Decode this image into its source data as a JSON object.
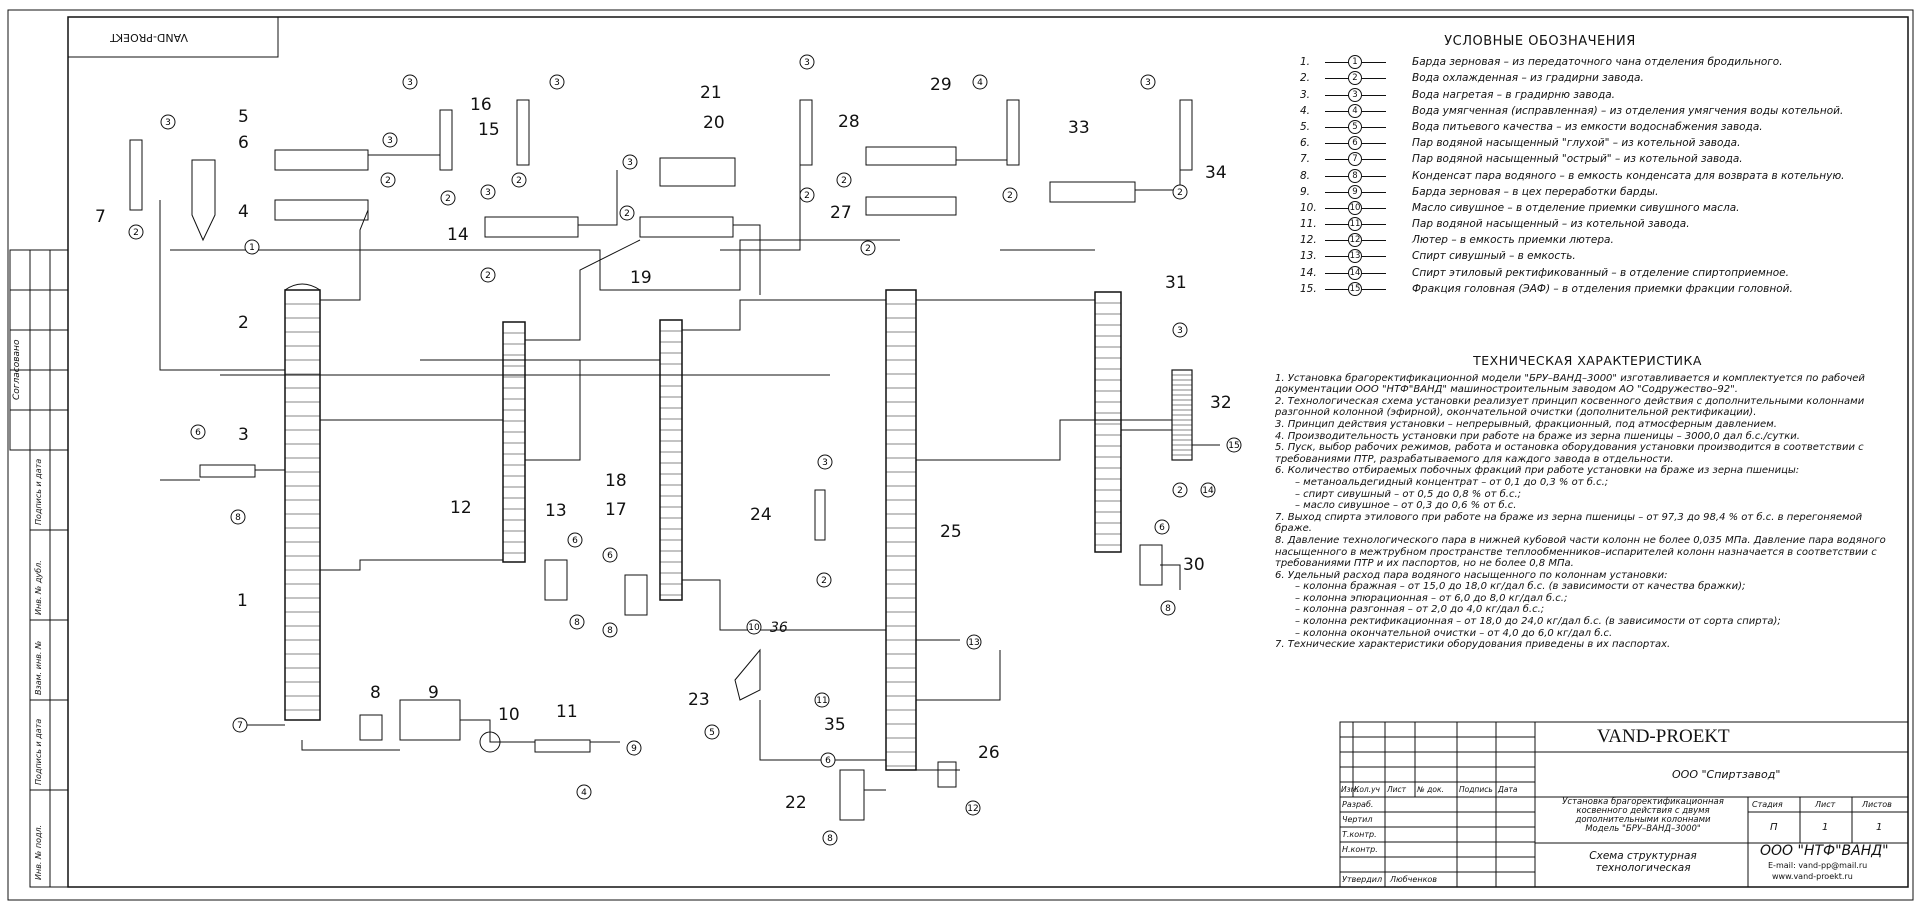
{
  "stamp_top": "VAND-PROEKT",
  "legend": {
    "title": "УСЛОВНЫЕ ОБОЗНАЧЕНИЯ",
    "items": [
      {
        "n": "1.",
        "c": "1",
        "text": "Барда зерновая – из передаточного чана отделения бродильного."
      },
      {
        "n": "2.",
        "c": "2",
        "text": "Вода охлажденная – из градирни завода."
      },
      {
        "n": "3.",
        "c": "3",
        "text": "Вода нагретая – в градирню завода."
      },
      {
        "n": "4.",
        "c": "4",
        "text": "Вода умягченная (исправленная) – из отделения умягчения воды котельной."
      },
      {
        "n": "5.",
        "c": "5",
        "text": "Вода питьевого качества – из емкости водоснабжения завода."
      },
      {
        "n": "6.",
        "c": "6",
        "text": "Пар водяной насыщенный \"глухой\" – из котельной завода."
      },
      {
        "n": "7.",
        "c": "7",
        "text": "Пар водяной насыщенный \"острый\" – из котельной завода."
      },
      {
        "n": "8.",
        "c": "8",
        "text": "Конденсат пара водяного – в емкость конденсата для возврата в котельную."
      },
      {
        "n": "9.",
        "c": "9",
        "text": "Барда зерновая – в цех переработки барды."
      },
      {
        "n": "10.",
        "c": "10",
        "text": "Масло сивушное – в отделение приемки сивушного масла."
      },
      {
        "n": "11.",
        "c": "11",
        "text": "Пар водяной насыщенный – из котельной завода."
      },
      {
        "n": "12.",
        "c": "12",
        "text": "Лютер – в емкость приемки лютера."
      },
      {
        "n": "13.",
        "c": "13",
        "text": "Спирт сивушный – в емкость."
      },
      {
        "n": "14.",
        "c": "14",
        "text": "Спирт этиловый ректификованный – в отделение спиртоприемное."
      },
      {
        "n": "15.",
        "c": "15",
        "text": "Фракция головная (ЭАФ) – в отделения приемки фракции головной."
      }
    ]
  },
  "tech": {
    "title": "ТЕХНИЧЕСКАЯ ХАРАКТЕРИСТИКА",
    "lines": [
      "1. Установка брагоректификационной модели \"БРУ–ВАНД–3000\" изготавливается и комплектуется по рабочей документации ООО \"НТФ\"ВАНД\" машиностроительным заводом АО \"Содружество–92\".",
      "2. Технологическая схема установки реализует принцип косвенного действия с дополнительными колоннами разгонной колонной (эфирной), окончательной очистки (дополнительной ректификации).",
      "3. Принцип действия установки – непрерывный, фракционный, под атмосферным давлением.",
      "4. Производительность установки при работе на браже из зерна пшеницы – 3000,0 дал б.с./сутки.",
      "5. Пуск, выбор рабочих режимов, работа и остановка оборудования установки производится в соответствии с требованиями ПТР, разрабатываемого для каждого завода в отдельности.",
      "6. Количество отбираемых побочных фракций при работе установки на браже из зерна пшеницы:"
    ],
    "sub1": [
      "– метаноальдегидный концентрат – от 0,1 до 0,3 % от б.с.;",
      "– спирт сивушный – от 0,5 до 0,8 % от б.с.;",
      "– масло сивушное – от 0,3 до 0,6 % от б.с."
    ],
    "lines2": [
      "7. Выход спирта этилового при работе на браже из зерна пшеницы – от 97,3 до 98,4 % от б.с. в перегоняемой браже.",
      "8. Давление технологического пара в нижней кубовой части колонн не более 0,035 МПа. Давление пара водяного насыщенного в межтрубном пространстве теплообменников–испарителей колонн назначается в соответствии с требованиями ПТР и их паспортов, но не более 0,8 МПа.",
      "6. Удельный расход пара водяного насыщенного по колоннам установки:"
    ],
    "sub2": [
      "– колонна бражная – от 15,0 до 18,0 кг/дал б.с. (в зависимости от качества бражки);",
      "– колонна эпюрационная – от 6,0 до 8,0 кг/дал б.с.;",
      "– колонна разгонная – от 2,0 до 4,0 кг/дал б.с.;",
      "– колонна ректификационная – от 18,0 до 24,0 кг/дал б.с. (в зависимости от сорта спирта);",
      "– колонна окончательной очистки – от 4,0 до 6,0 кг/дал б.с."
    ],
    "last": "7. Технические характеристики оборудования приведены в их паспортах."
  },
  "titleblock": {
    "company": "VAND-PROEKT",
    "client": "ООО \"Спиртзавод\"",
    "project": [
      "Установка брагоректификационная",
      "косвенного действия с двумя",
      "дополнительными колоннами",
      "Модель \"БРУ–ВАНД–3000\""
    ],
    "doc": [
      "Схема структурная",
      "технологическая"
    ],
    "stage_h": "Стадия",
    "sheet_h": "Лист",
    "sheets_h": "Листов",
    "stage": "П",
    "sheet": "1",
    "sheets": "1",
    "firm": "ООО \"НТФ\"ВАНД\"",
    "email": "E-mail: vand-pp@mail.ru",
    "web": "www.vand-proekt.ru",
    "cols": [
      "Изм.",
      "Кол.уч",
      "Лист",
      "№ док.",
      "Подпись",
      "Дата"
    ],
    "rows": [
      "Разраб.",
      "Чертил",
      "Т.контр.",
      "Н.контр.",
      "Утвердил"
    ],
    "approver": "Любченков"
  },
  "side": {
    "agreed": "Согласовано",
    "fields": [
      "Подпись и дата",
      "Инв. № дубл.",
      "Взам. инв. №",
      "Подпись и дата",
      "Инв. № подл."
    ]
  },
  "equipment_labels": [
    "1",
    "2",
    "3",
    "4",
    "5",
    "6",
    "7",
    "8",
    "9",
    "10",
    "11",
    "12",
    "13",
    "14",
    "15",
    "16",
    "17",
    "18",
    "19",
    "20",
    "21",
    "22",
    "23",
    "24",
    "25",
    "26",
    "27",
    "28",
    "29",
    "30",
    "31",
    "32",
    "33",
    "34",
    "35",
    "36"
  ]
}
